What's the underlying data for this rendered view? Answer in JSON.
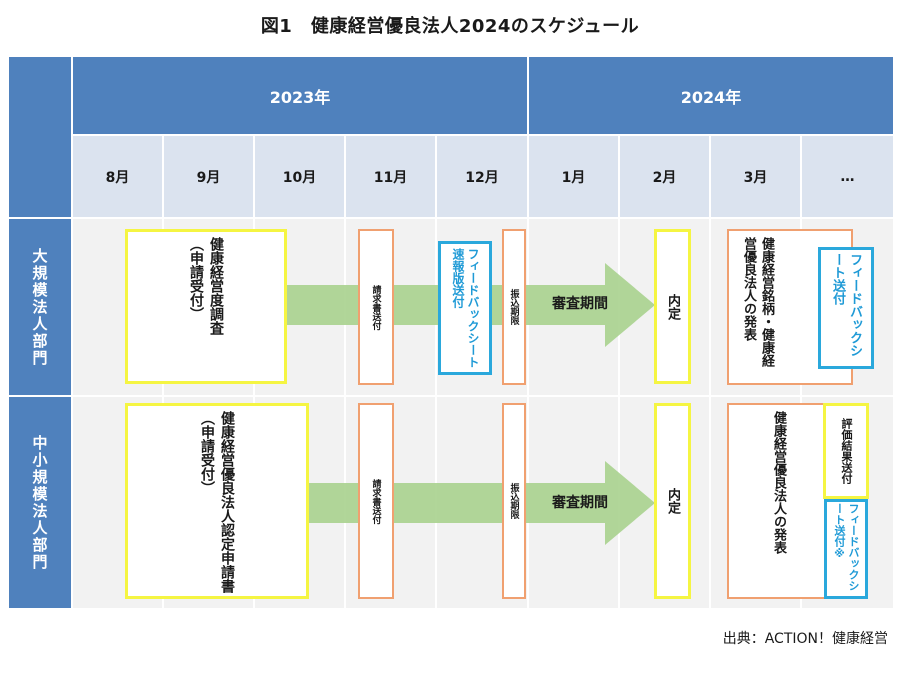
{
  "title": "図1　健康経営優良法人2024のスケジュール",
  "years": [
    "2023年",
    "2024年"
  ],
  "months": [
    "8月",
    "9月",
    "10月",
    "11月",
    "12月",
    "1月",
    "2月",
    "3月",
    "…"
  ],
  "rows": [
    {
      "label": "大規模法人部門",
      "survey_box": "健康経営度調査\n（申請受付）",
      "invoice": "請求書送付",
      "feedback_flash": "フィードバックシート速報版送付",
      "payment_deadline": "振込期限",
      "review": "審査期間",
      "decision": "内定",
      "announcement": "健康経営銘柄・健康経営優良法人の発表",
      "feedback": "フィードバックシート送付"
    },
    {
      "label": "中小規模法人部門",
      "application_box": "健康経営優良法人認定申請書\n（申請受付）",
      "invoice": "請求書送付",
      "payment_deadline": "振込期限",
      "review": "審査期間",
      "decision": "内定",
      "announcement": "健康経営優良法人の発表",
      "evaluation": "評価結果送付",
      "feedback": "フィードバックシート送付※"
    }
  ],
  "source": "出典：ACTION！健康経営"
}
